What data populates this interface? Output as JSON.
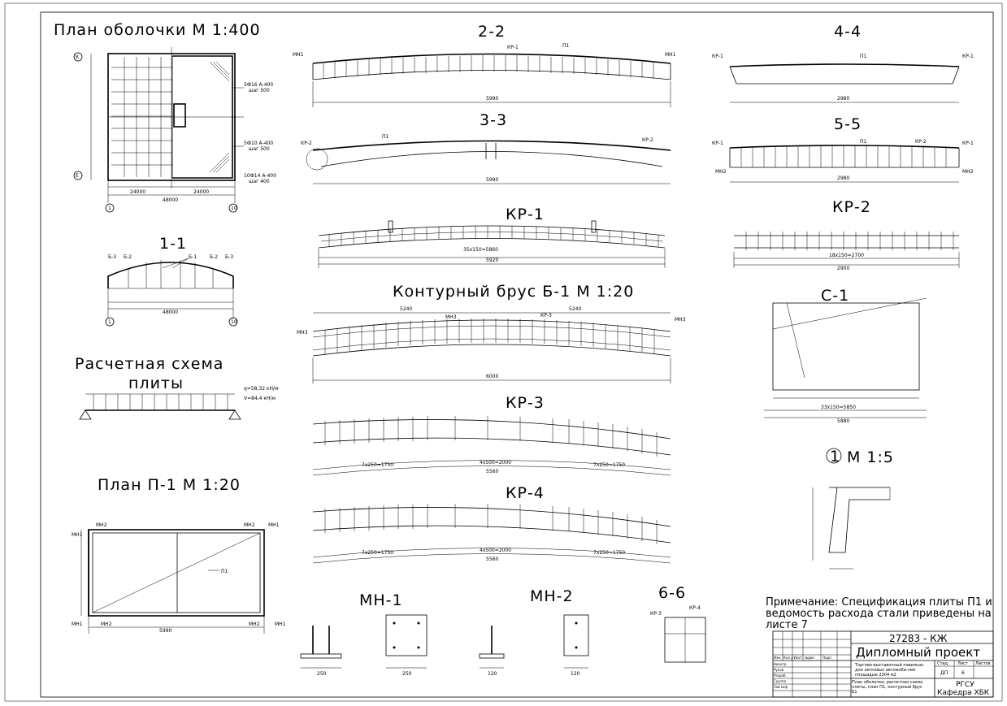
{
  "titles": {
    "plan_shell": "План оболочки М 1:400",
    "sec_2_2": "2-2",
    "sec_3_3": "3-3",
    "sec_4_4": "4-4",
    "sec_5_5": "5-5",
    "kr1": "КР-1",
    "kr2": "КР-2",
    "kr3": "КР-3",
    "kr4": "КР-4",
    "sec_1_1": "1-1",
    "contour_beam": "Контурный брус Б-1 М 1:20",
    "c1": "С-1",
    "calc_line1": "Расчетная схема",
    "calc_line2": "плиты",
    "plan_p1": "План П-1 М 1:20",
    "node1": "М 1:5",
    "node1_num": "1",
    "mn1": "МН-1",
    "mn2": "МН-2",
    "sec_6_6": "6-6"
  },
  "note": {
    "line1": "Примечание: Спецификация плиты П1 и",
    "line2": "ведомость расхода стали приведены на",
    "line3": "листе 7"
  },
  "stamp": {
    "code": "27283 - КЖ",
    "project": "Дипломный проект",
    "desc1": "Торгово-выставочный павильон",
    "desc2": "для легковых автомоби-лей",
    "desc3": "площадью 2304 м2",
    "sheet_desc1": "План оболочки, расчетная схема",
    "sheet_desc2": "плиты, план П1, контурный брус",
    "sheet_desc3": "Б1",
    "stage_h": "Стад.",
    "sheet_h": "Лист",
    "sheets_h": "Листов",
    "stage": "ДП",
    "sheet": "6",
    "org1": "РГСУ",
    "org2": "Кафедра ХБК",
    "rows": [
      "Изм.",
      "Кол.уч",
      "Лист",
      "№док",
      "Подп.",
      "Нконтр.",
      "Руков.",
      "Разраб.",
      "Группа",
      "Зав.каф"
    ]
  },
  "dims": {
    "d5990": "5990",
    "d2980": "2980",
    "d5920": "5920",
    "d6000": "6000",
    "d2900": "2900",
    "d5560": "5560",
    "d48000": "48000",
    "d24000": "24000",
    "kr1_span": "35x150=5860",
    "kr2_span": "18x150=2700",
    "kr3_mid": "4x500=2000",
    "kr3_left": "7x250=1750",
    "kr3_right": "7x250=1750",
    "c1_span": "33x150=5850",
    "c1_total": "5880",
    "load_q": "q=58,32 кН/м",
    "load_v": "V=84,4 кН/м",
    "beam_e1": "5240",
    "beam_e2": "5240",
    "n6000": "6000",
    "mn1_w": "250",
    "mn2_w": "120"
  },
  "marks": {
    "mn1": "МН1",
    "mn2": "МН2",
    "mn3": "МН3",
    "kr1": "КР-1",
    "kr2": "КР-2",
    "kr3": "КР-3",
    "kr4": "КР-4",
    "p1": "П1",
    "axis_k": "К",
    "axis_e": "Е",
    "axis_1": "1",
    "axis_10": "10",
    "rebar1": "5Ф16 А-400",
    "rebar1b": "шаг 500",
    "rebar2": "5Ф10 А-400",
    "rebar2b": "шаг 500",
    "rebar3": "10Ф14 А-400",
    "rebar3b": "шаг 400",
    "b3": "Б-3",
    "b2": "Б-2",
    "b1": "Б-1"
  }
}
